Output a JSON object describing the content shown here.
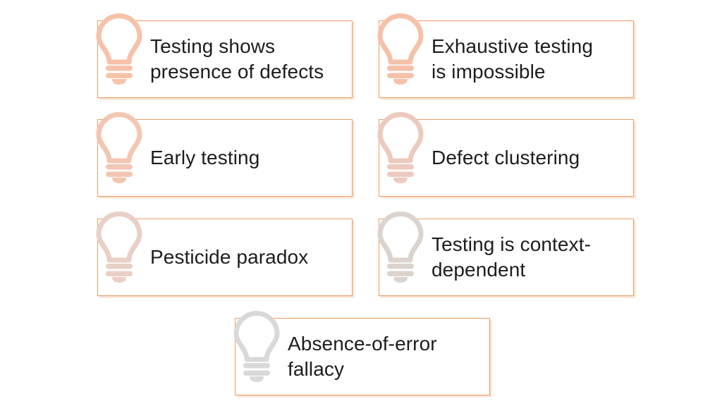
{
  "diagram": {
    "background": "#ffffff",
    "border_color": "#ED9C64",
    "text_color": "#1d1d1d",
    "principles": [
      {
        "label": "Testing shows\npresence of defects",
        "icon": "lightbulb-icon",
        "bulb_color": "#F6C2AA"
      },
      {
        "label": "Exhaustive testing\nis impossible",
        "icon": "lightbulb-icon",
        "bulb_color": "#F5C1A9"
      },
      {
        "label": "Early testing",
        "icon": "lightbulb-icon",
        "bulb_color": "#F3C6B3"
      },
      {
        "label": "Defect clustering",
        "icon": "lightbulb-icon",
        "bulb_color": "#EDCABE"
      },
      {
        "label": "Pesticide paradox",
        "icon": "lightbulb-icon",
        "bulb_color": "#E9CFC6"
      },
      {
        "label": "Testing is context-\ndependent",
        "icon": "lightbulb-icon",
        "bulb_color": "#DCD3CF"
      },
      {
        "label": "Absence-of-error\nfallacy",
        "icon": "lightbulb-icon",
        "bulb_color": "#D9D9D9"
      }
    ]
  }
}
